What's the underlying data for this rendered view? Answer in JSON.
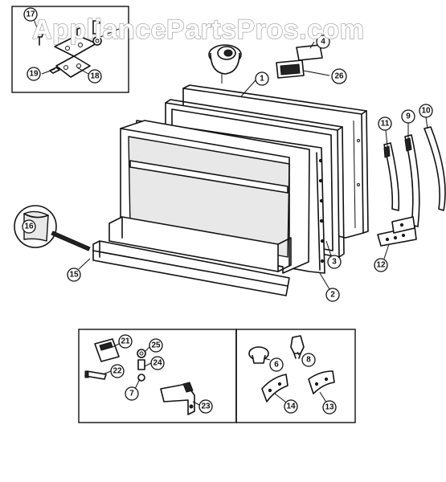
{
  "watermark": "AppliancePartsPros.com",
  "callouts": {
    "c1": "1",
    "c2": "2",
    "c3": "3",
    "c4": "4",
    "c6": "6",
    "c7": "7",
    "c8": "8",
    "c9": "9",
    "c10": "10",
    "c11": "11",
    "c12": "12",
    "c13": "13",
    "c14": "14",
    "c15": "15",
    "c16": "16",
    "c17": "17",
    "c18": "18",
    "c19": "19",
    "c21": "21",
    "c22": "22",
    "c23": "23",
    "c24": "24",
    "c25": "25",
    "c26": "26"
  }
}
